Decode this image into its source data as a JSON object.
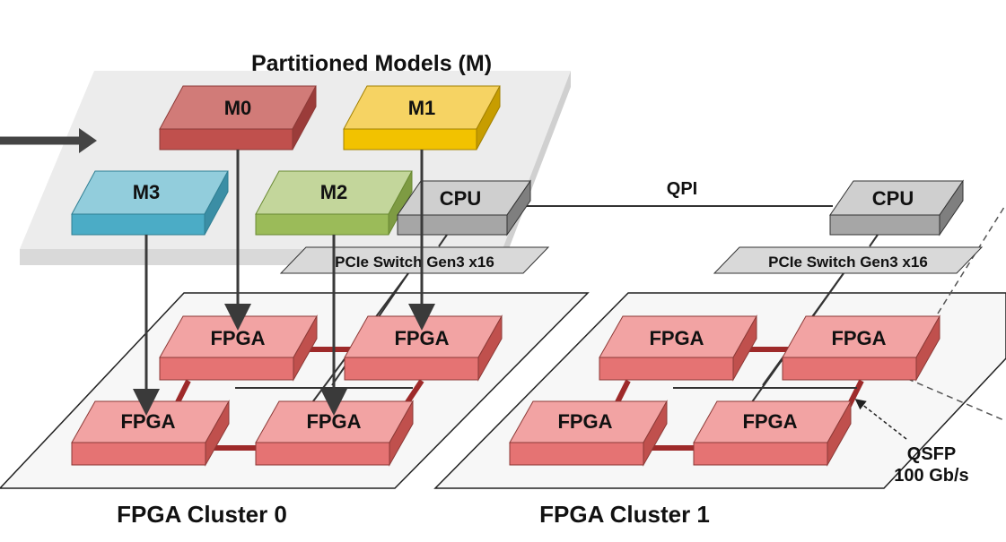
{
  "title": "Partitioned Models (M)",
  "models": {
    "m0": "M0",
    "m1": "M1",
    "m2": "M2",
    "m3": "M3"
  },
  "cpu": {
    "left": "CPU",
    "right": "CPU",
    "link_label": "QPI"
  },
  "pcie": {
    "left": "PCIe Switch Gen3 x16",
    "right": "PCIe Switch Gen3 x16"
  },
  "fpga_label": "FPGA",
  "clusters": {
    "c0": "FPGA Cluster 0",
    "c1": "FPGA Cluster 1"
  },
  "qsfp": {
    "line1": "QSFP",
    "line2": "100 Gb/s"
  },
  "colors": {
    "m0": "#c0504d",
    "m1": "#f2c200",
    "m2": "#9bbb59",
    "m3": "#4bacc6",
    "cpu": "#a6a6a6",
    "fpga": "#f2a3a3",
    "fpga_link": "#9e2a2a"
  }
}
